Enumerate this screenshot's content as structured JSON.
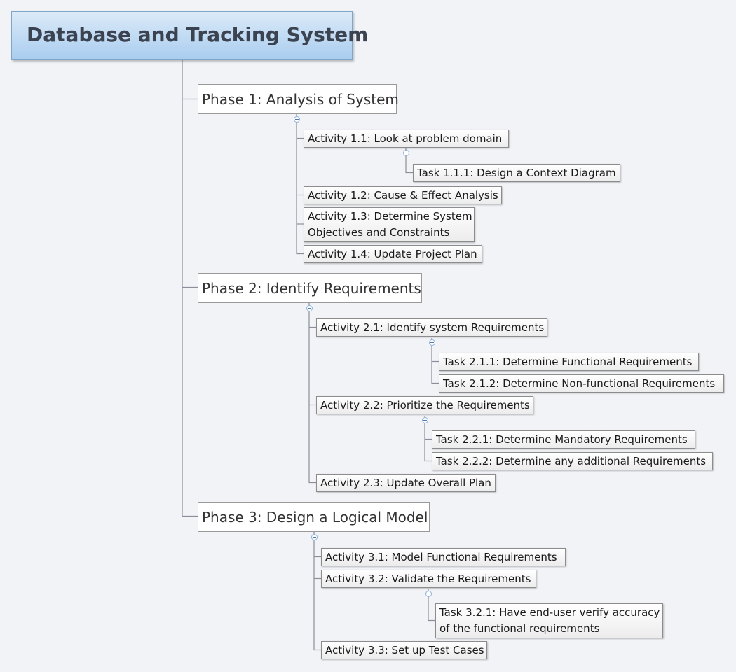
{
  "root": {
    "title": "Database and Tracking System"
  },
  "phases": [
    {
      "label": "Phase 1: Analysis of System",
      "activities": [
        {
          "label": "Activity 1.1: Look at problem domain",
          "tasks": [
            {
              "label": "Task 1.1.1: Design a Context Diagram"
            }
          ]
        },
        {
          "label": "Activity 1.2: Cause & Effect Analysis",
          "tasks": []
        },
        {
          "label": "Activity 1.3: Determine System Objectives and Constraints",
          "lines": [
            "Activity 1.3: Determine System",
            "Objectives and Constraints"
          ],
          "tasks": []
        },
        {
          "label": "Activity 1.4: Update Project Plan",
          "tasks": []
        }
      ]
    },
    {
      "label": "Phase 2: Identify Requirements",
      "activities": [
        {
          "label": "Activity 2.1: Identify system Requirements",
          "tasks": [
            {
              "label": "Task 2.1.1: Determine Functional Requirements"
            },
            {
              "label": "Task 2.1.2: Determine Non-functional Requirements"
            }
          ]
        },
        {
          "label": "Activity 2.2: Prioritize the Requirements",
          "tasks": [
            {
              "label": "Task 2.2.1: Determine Mandatory Requirements"
            },
            {
              "label": "Task 2.2.2: Determine any additional Requirements"
            }
          ]
        },
        {
          "label": "Activity 2.3: Update Overall Plan",
          "tasks": []
        }
      ]
    },
    {
      "label": "Phase 3: Design a Logical Model",
      "activities": [
        {
          "label": "Activity 3.1: Model Functional Requirements",
          "tasks": []
        },
        {
          "label": "Activity 3.2: Validate the Requirements",
          "tasks": [
            {
              "label": "Task 3.2.1: Have end-user verify accuracy of the functional requirements",
              "lines": [
                "Task 3.2.1: Have end-user verify accuracy",
                "of the functional requirements"
              ]
            }
          ]
        },
        {
          "label": "Activity 3.3: Set up Test Cases",
          "tasks": []
        }
      ]
    }
  ]
}
